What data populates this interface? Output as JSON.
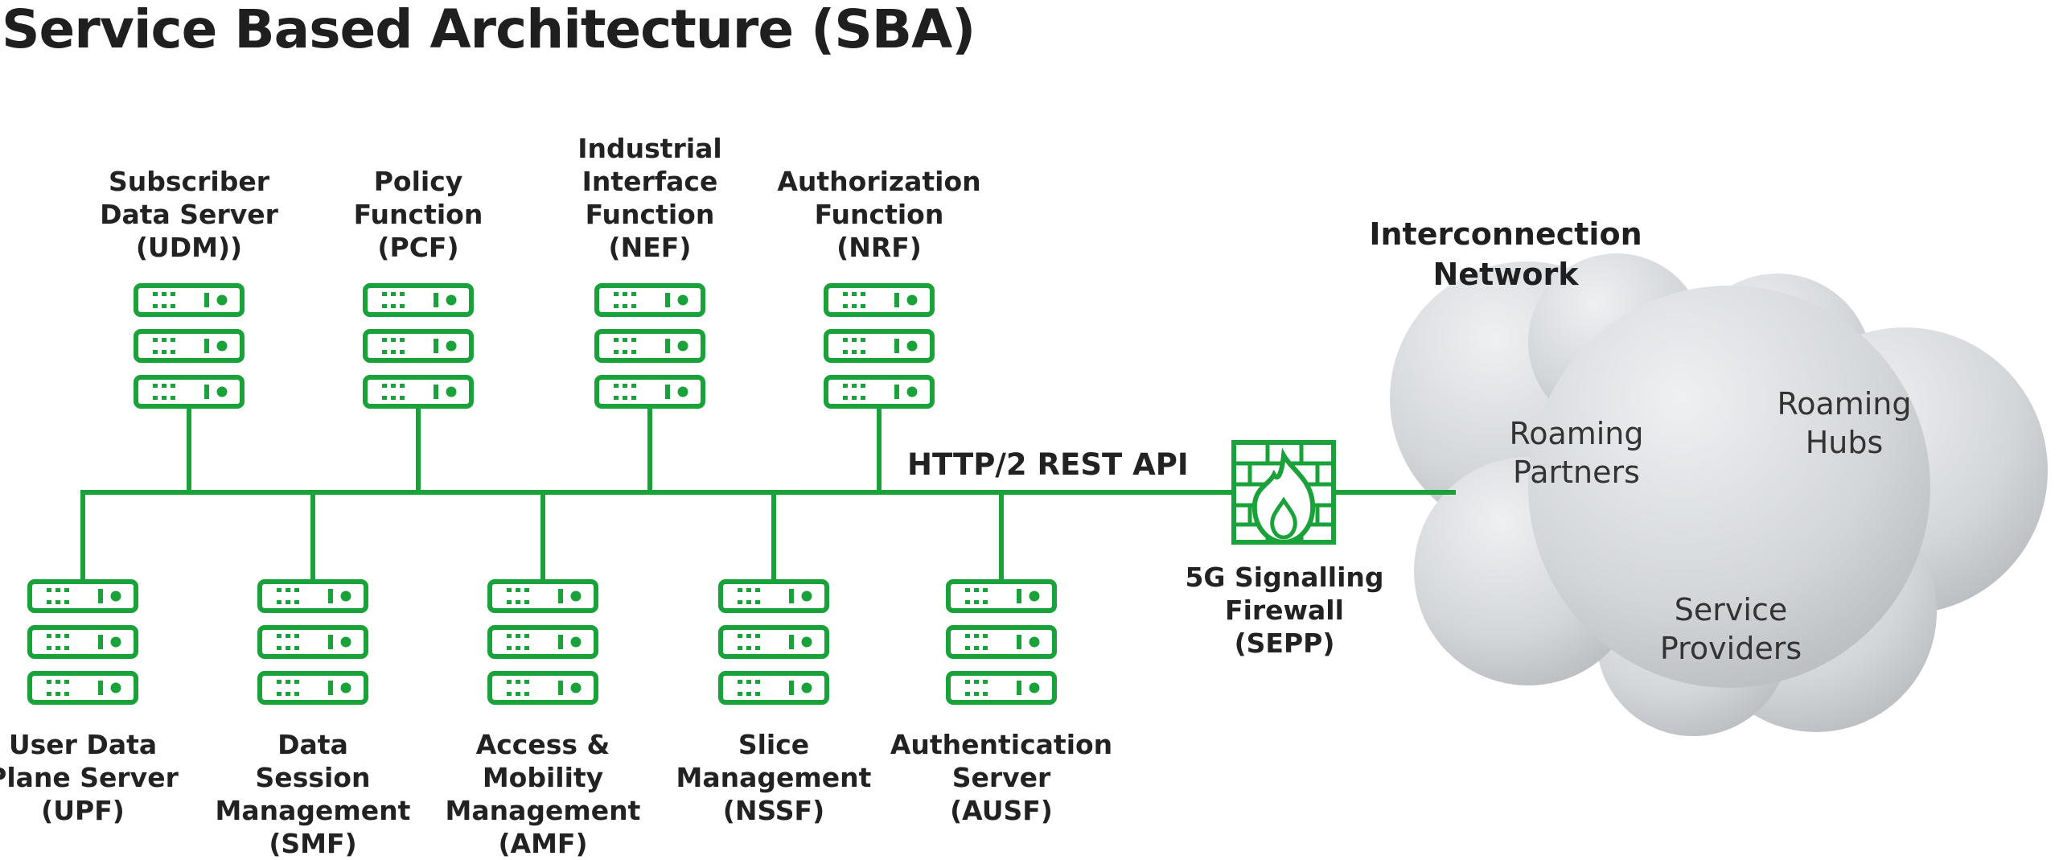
{
  "title": "Service Based Architecture (SBA)",
  "colors": {
    "accent": "#1aa23a",
    "cloud_light": "#eceff1",
    "cloud_dark": "#b9bcc0",
    "text": "#222222"
  },
  "bus_label": "HTTP/2 REST API",
  "top_functions": [
    {
      "id": "udm",
      "icon": "server-rack-icon",
      "lines": [
        "Subscriber",
        "Data Server",
        "(UDM))"
      ]
    },
    {
      "id": "pcf",
      "icon": "server-rack-icon",
      "lines": [
        "Policy",
        "Function",
        "(PCF)"
      ]
    },
    {
      "id": "nef",
      "icon": "server-rack-icon",
      "lines": [
        "Industrial",
        "Interface",
        "Function",
        "(NEF)"
      ]
    },
    {
      "id": "nrf",
      "icon": "server-rack-icon",
      "lines": [
        "Authorization",
        "Function",
        "(NRF)"
      ]
    }
  ],
  "bottom_functions": [
    {
      "id": "upf",
      "icon": "server-rack-icon",
      "lines": [
        "User Data",
        "Plane Server",
        "(UPF)"
      ]
    },
    {
      "id": "smf",
      "icon": "server-rack-icon",
      "lines": [
        "Data",
        "Session",
        "Management",
        "(SMF)"
      ]
    },
    {
      "id": "amf",
      "icon": "server-rack-icon",
      "lines": [
        "Access &",
        "Mobility",
        "Management",
        "(AMF)"
      ]
    },
    {
      "id": "nssf",
      "icon": "server-rack-icon",
      "lines": [
        "Slice",
        "Management",
        "(NSSF)"
      ]
    },
    {
      "id": "ausf",
      "icon": "server-rack-icon",
      "lines": [
        "Authentication",
        "Server",
        "(AUSF)"
      ]
    }
  ],
  "firewall": {
    "icon": "firewall-flame-icon",
    "lines": [
      "5G Signalling",
      "Firewall",
      "(SEPP)"
    ]
  },
  "network": {
    "title_lines": [
      "Interconnection",
      "Network"
    ],
    "icon": "cloud-icon",
    "members": [
      {
        "id": "roaming-partners",
        "lines": [
          "Roaming",
          "Partners"
        ]
      },
      {
        "id": "roaming-hubs",
        "lines": [
          "Roaming",
          "Hubs"
        ]
      },
      {
        "id": "service-providers",
        "lines": [
          "Service",
          "Providers"
        ]
      }
    ]
  }
}
